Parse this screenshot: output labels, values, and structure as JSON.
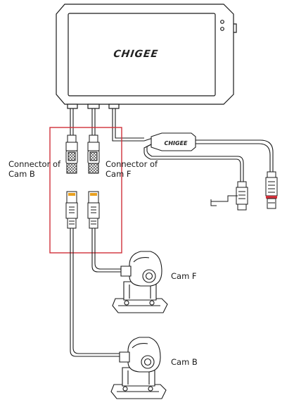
{
  "brand": {
    "name": "CHIGEE",
    "harness_label": "CHIGEE"
  },
  "labels": {
    "connector_cam_b": [
      "Connector of",
      "Cam B"
    ],
    "connector_cam_f": [
      "Connector of",
      "Cam F"
    ],
    "cam_f": "Cam  F",
    "cam_b": "Cam  B"
  },
  "colors": {
    "highlight_box": "#d0303a",
    "line": "#1a1a1a",
    "connector_accent": "#e8a020",
    "red_band": "#d0303a"
  }
}
